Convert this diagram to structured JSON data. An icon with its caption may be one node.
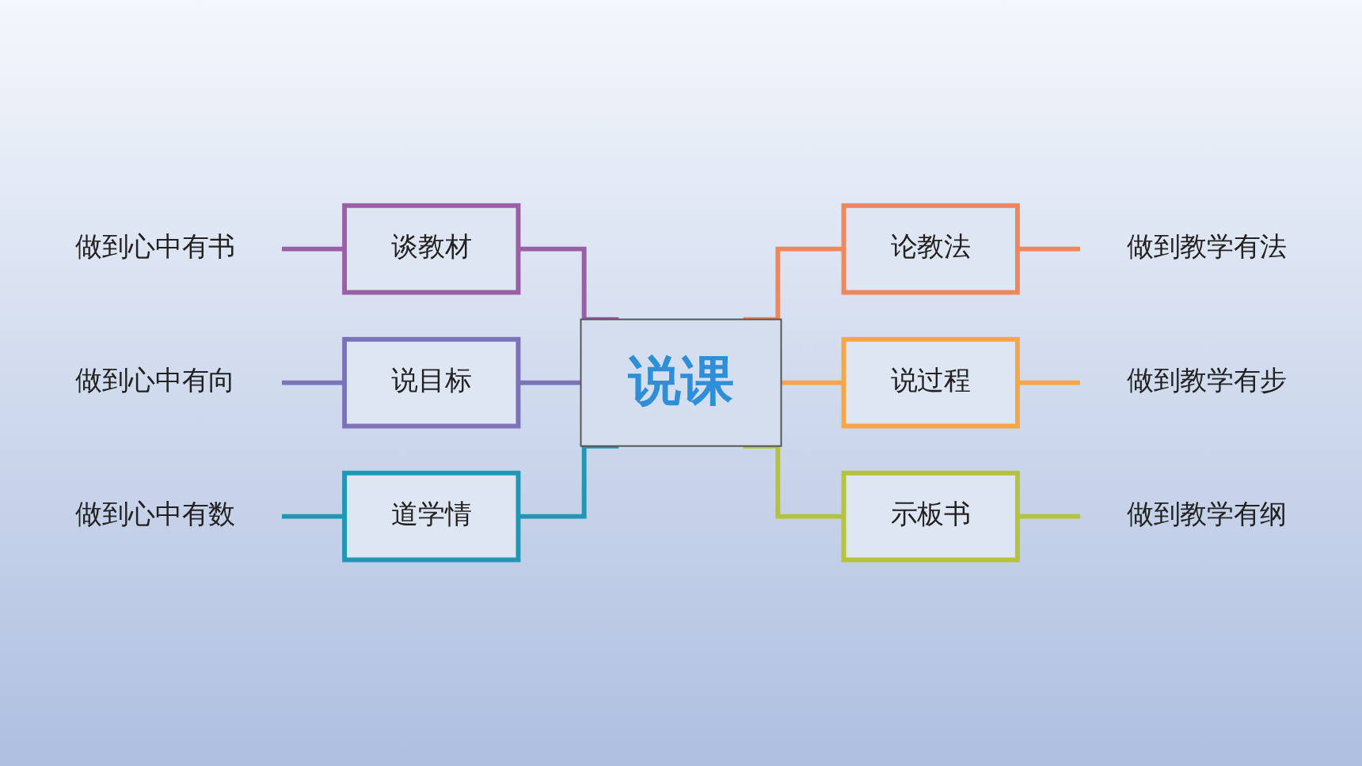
{
  "diagram": {
    "nodes": [
      {
        "text": [
          "做到心中有书"
        ]
      },
      {
        "text": [
          "谈教材"
        ]
      },
      {
        "text": [
          "做到心中有向"
        ]
      },
      {
        "text": [
          "说目标"
        ]
      },
      {
        "text": [
          "做到心中有数"
        ]
      },
      {
        "text": [
          "道学情"
        ]
      },
      {
        "text": [
          "说课"
        ]
      },
      {
        "text": [
          "论教法"
        ]
      },
      {
        "text": [
          "做到教学有法"
        ]
      },
      {
        "text": [
          "说过程"
        ]
      },
      {
        "text": [
          "做到教学有步"
        ]
      },
      {
        "text": [
          "示板书"
        ]
      },
      {
        "text": [
          "做到教学有纲"
        ]
      }
    ],
    "edges": [
      {
        "from": 0,
        "to": 1,
        "arrow": "none",
        "color": "#9b5fa5"
      },
      {
        "from": 1,
        "to": 6,
        "arrow": "none",
        "color": "#9b5fa5"
      },
      {
        "from": 2,
        "to": 3,
        "arrow": "none",
        "color": "#7b72b8"
      },
      {
        "from": 3,
        "to": 6,
        "arrow": "none",
        "color": "#7b72b8"
      },
      {
        "from": 4,
        "to": 5,
        "arrow": "none",
        "color": "#1f97b5"
      },
      {
        "from": 5,
        "to": 6,
        "arrow": "none",
        "color": "#1f97b5"
      },
      {
        "from": 6,
        "to": 7,
        "arrow": "none",
        "color": "#f0875c"
      },
      {
        "from": 7,
        "to": 8,
        "arrow": "none",
        "color": "#f0875c"
      },
      {
        "from": 6,
        "to": 9,
        "arrow": "none",
        "color": "#f5a742"
      },
      {
        "from": 9,
        "to": 10,
        "arrow": "none",
        "color": "#f5a742"
      },
      {
        "from": 6,
        "to": 11,
        "arrow": "none",
        "color": "#b5c33a"
      },
      {
        "from": 11,
        "to": 12,
        "arrow": "none",
        "color": "#b5c33a"
      }
    ]
  }
}
